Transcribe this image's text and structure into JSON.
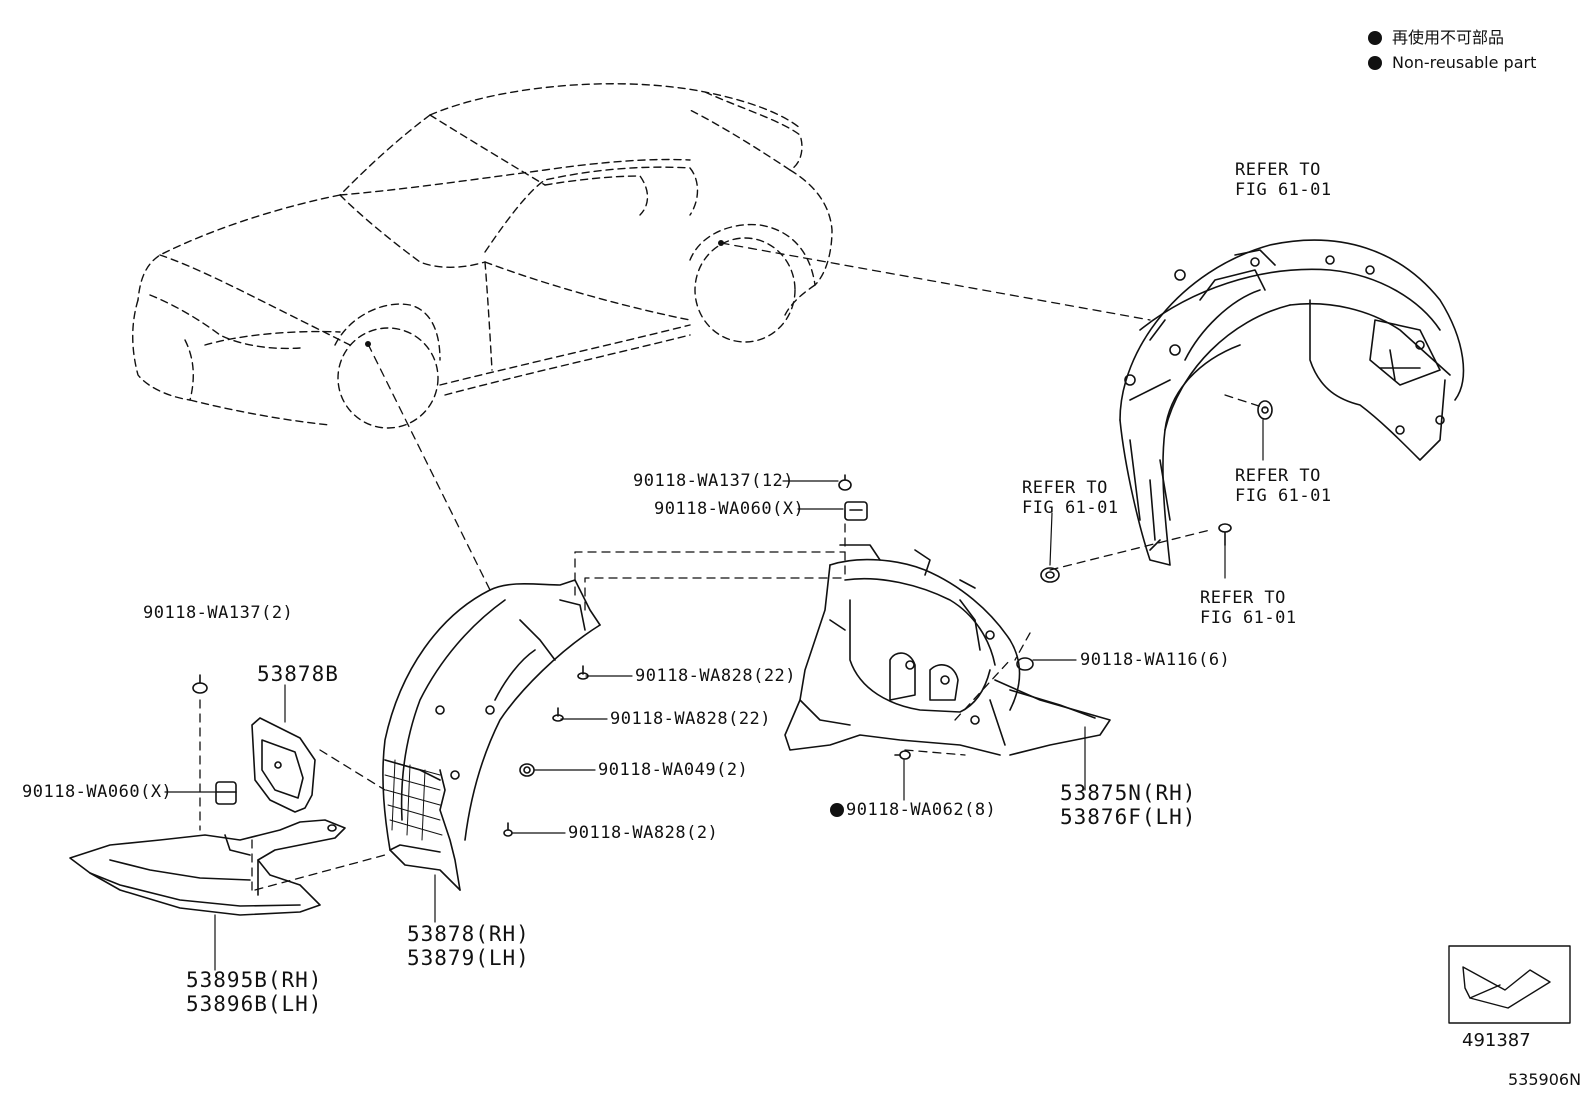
{
  "legend": {
    "line1": "再使用不可部品",
    "line2": "Non-reusable part"
  },
  "refer": {
    "r1": [
      "REFER TO",
      "FIG 61-01"
    ],
    "r2": [
      "REFER TO",
      "FIG 61-01"
    ],
    "r3": [
      "REFER TO",
      "FIG 61-01"
    ],
    "r4": [
      "REFER TO",
      "FIG 61-01"
    ]
  },
  "parts": {
    "wa137_12": "90118-WA137(12)",
    "wa060_x_top": "90118-WA060(X)",
    "wa828_22a": "90118-WA828(22)",
    "wa828_22b": "90118-WA828(22)",
    "wa049_2": "90118-WA049(2)",
    "wa828_2": "90118-WA828(2)",
    "wa116_6": "90118-WA116(6)",
    "wa062_8": "90118-WA062(8)",
    "wa137_2": "90118-WA137(2)",
    "wa060_x_left": "90118-WA060(X)",
    "p53878b": "53878B",
    "p53875n": "53875N(RH)",
    "p53876f": "53876F(LH)",
    "p53878": "53878(RH)",
    "p53879": "53879(LH)",
    "p53895b": "53895B(RH)",
    "p53896b": "53896B(LH)"
  },
  "illustration_number": "491387",
  "figure_code": "535906N",
  "colors": {
    "ink": "#111111",
    "background": "#ffffff"
  }
}
